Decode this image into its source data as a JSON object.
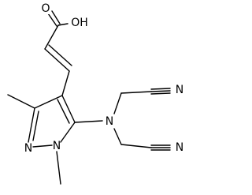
{
  "molecule": {
    "atoms": {
      "oh": "OH",
      "o_carbonyl": "O",
      "n_amine": "N",
      "n_ring_1": "N",
      "n_ring_2": "N",
      "n_nitrile_top": "N",
      "n_nitrile_bottom": "N"
    },
    "colors": {
      "bond": "#000000",
      "background": "#ffffff"
    }
  }
}
